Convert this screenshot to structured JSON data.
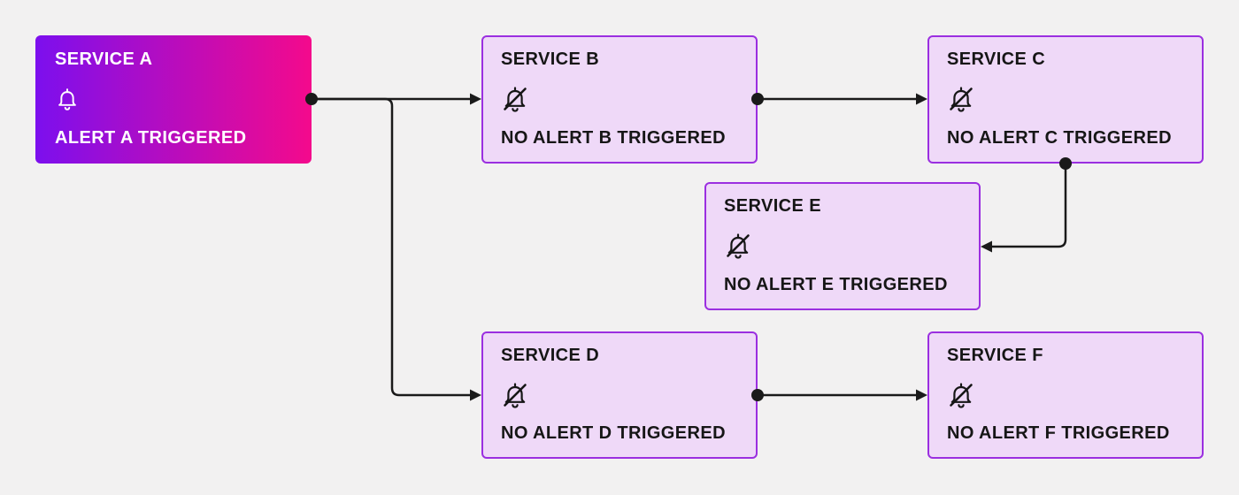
{
  "diagram": {
    "title": "service-alert-propagation-diagram",
    "nodes": [
      {
        "id": "A",
        "title": "SERVICE A",
        "status": "ALERT A TRIGGERED",
        "icon": "bell-icon",
        "alerting": true
      },
      {
        "id": "B",
        "title": "SERVICE B",
        "status": "NO ALERT B TRIGGERED",
        "icon": "bell-off-icon",
        "alerting": false
      },
      {
        "id": "C",
        "title": "SERVICE C",
        "status": "NO ALERT C TRIGGERED",
        "icon": "bell-off-icon",
        "alerting": false
      },
      {
        "id": "D",
        "title": "SERVICE D",
        "status": "NO ALERT D TRIGGERED",
        "icon": "bell-off-icon",
        "alerting": false
      },
      {
        "id": "E",
        "title": "SERVICE E",
        "status": "NO ALERT E TRIGGERED",
        "icon": "bell-off-icon",
        "alerting": false
      },
      {
        "id": "F",
        "title": "SERVICE F",
        "status": "NO ALERT F TRIGGERED",
        "icon": "bell-off-icon",
        "alerting": false
      }
    ],
    "edges": [
      {
        "from": "SERVICE A",
        "to": "SERVICE B"
      },
      {
        "from": "SERVICE A",
        "to": "SERVICE D"
      },
      {
        "from": "SERVICE B",
        "to": "SERVICE C"
      },
      {
        "from": "SERVICE C",
        "to": "SERVICE E"
      },
      {
        "from": "SERVICE D",
        "to": "SERVICE F"
      }
    ],
    "colors": {
      "background": "#F2F1F1",
      "node_fill": "#EFD9F8",
      "node_border": "#9B2FE0",
      "gradient_start": "#7C0FEE",
      "gradient_end": "#F40A8C",
      "line": "#1A1A1A",
      "text": "#161616",
      "alert_text": "#FFFFFF"
    }
  }
}
